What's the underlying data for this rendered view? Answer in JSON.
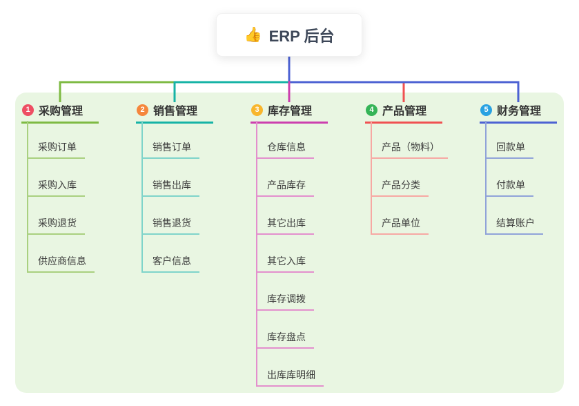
{
  "canvas": {
    "background": "#ffffff",
    "panel_color": "#e9f6e2"
  },
  "root": {
    "emoji": "👍",
    "title": "ERP 后台",
    "text_color": "#3d4758",
    "trunk_line_color": "#4d62d3"
  },
  "branches": [
    {
      "badge": "1",
      "label": "采购管理",
      "badge_color": "#ee4e63",
      "line_color": "#7eba43",
      "child_line_color": "#a9d07f",
      "children": [
        "采购订单",
        "采购入库",
        "采购退货",
        "供应商信息"
      ]
    },
    {
      "badge": "2",
      "label": "销售管理",
      "badge_color": "#f5863c",
      "line_color": "#16b3a6",
      "child_line_color": "#7fd4ca",
      "children": [
        "销售订单",
        "销售出库",
        "销售退货",
        "客户信息"
      ]
    },
    {
      "badge": "3",
      "label": "库存管理",
      "badge_color": "#f8b62d",
      "line_color": "#cc3fae",
      "child_line_color": "#e38fcd",
      "children": [
        "仓库信息",
        "产品库存",
        "其它出库",
        "其它入库",
        "库存调拨",
        "库存盘点",
        "出库库明细"
      ]
    },
    {
      "badge": "4",
      "label": "产品管理",
      "badge_color": "#35b457",
      "line_color": "#f05152",
      "child_line_color": "#f7a8a3",
      "children": [
        "产品（物料）",
        "产品分类",
        "产品单位"
      ]
    },
    {
      "badge": "5",
      "label": "财务管理",
      "badge_color": "#29a2e2",
      "line_color": "#4d62d3",
      "child_line_color": "#90a3d9",
      "children": [
        "回款单",
        "付款单",
        "结算账户"
      ]
    }
  ]
}
